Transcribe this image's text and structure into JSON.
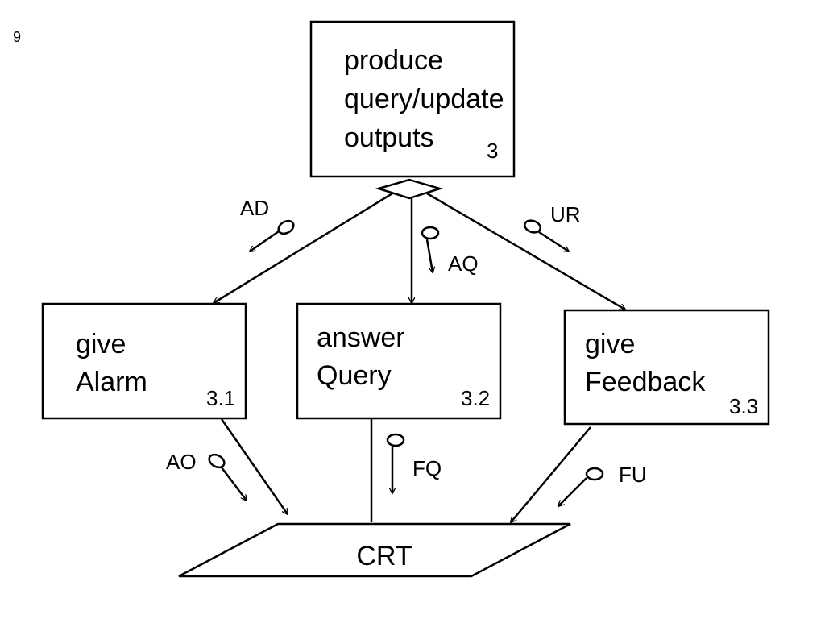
{
  "page_number": "9",
  "top_process": {
    "line1": "produce",
    "line2": "query/update",
    "line3": "outputs",
    "number": "3"
  },
  "process_alarm": {
    "line1": "give",
    "line2": "Alarm",
    "number": "3.1"
  },
  "process_query": {
    "line1": "answer",
    "line2": "Query",
    "number": "3.2"
  },
  "process_feedback": {
    "line1": "give",
    "line2": "Feedback",
    "number": "3.3"
  },
  "terminal": {
    "label": "CRT"
  },
  "flows": {
    "ad": "AD",
    "aq": "AQ",
    "ur": "UR",
    "ao": "AO",
    "fq": "FQ",
    "fu": "FU"
  }
}
